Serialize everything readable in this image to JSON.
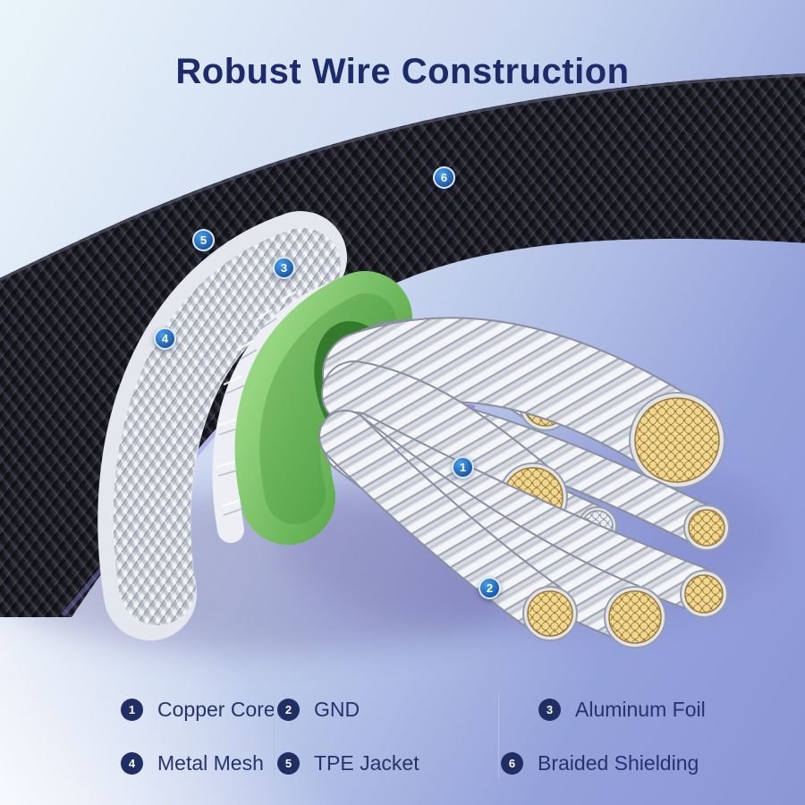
{
  "title": "Robust Wire Construction",
  "callouts": [
    {
      "num": "1"
    },
    {
      "num": "2"
    },
    {
      "num": "3"
    },
    {
      "num": "4"
    },
    {
      "num": "5"
    },
    {
      "num": "6"
    }
  ],
  "legend": {
    "items": [
      {
        "num": "1",
        "label": "Copper Core"
      },
      {
        "num": "2",
        "label": "GND"
      },
      {
        "num": "3",
        "label": "Aluminum Foil"
      },
      {
        "num": "4",
        "label": "Metal Mesh"
      },
      {
        "num": "5",
        "label": "TPE Jacket"
      },
      {
        "num": "6",
        "label": "Braided Shielding"
      }
    ]
  },
  "colors": {
    "title_navy": "#1e2b6b",
    "legend_navy": "#202e63",
    "callout_blue": "#1b56a8",
    "background_light": "#eaf5fa",
    "background_periwinkle": "#8c97d6",
    "braid_black": "#15151b",
    "mesh_silver": "#c7cbd4",
    "foil_silver": "#edeff4",
    "jacket_green": "#74c160",
    "wire_red": "#d4524c",
    "copper": "#f5dd9c"
  }
}
